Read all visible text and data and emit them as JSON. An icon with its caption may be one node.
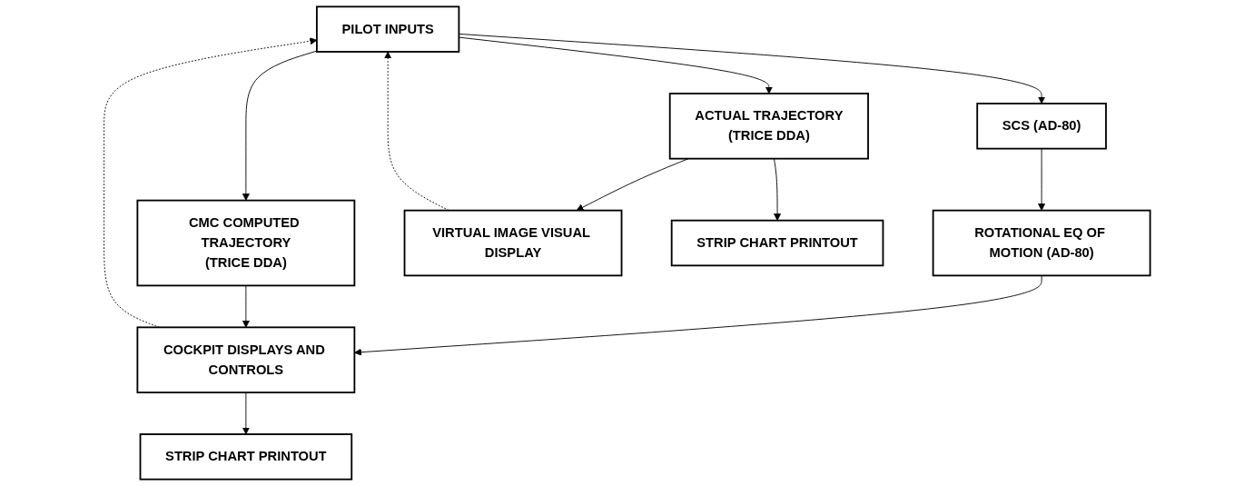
{
  "diagram": {
    "nodes": [
      {
        "text": [
          "PILOT INPUTS"
        ]
      },
      {
        "text": [
          "SCS (AD-80)"
        ]
      },
      {
        "text": [
          "ROTATIONAL EQ OF MOTION (AD-80)"
        ]
      },
      {
        "text": [
          "CMC COMPUTED TRAJECTORY",
          "(TRICE DDA)"
        ]
      },
      {
        "text": [
          "ACTUAL TRAJECTORY",
          "(TRICE DDA)"
        ]
      },
      {
        "text": [
          "COCKPIT DISPLAYS AND CONTROLS"
        ]
      },
      {
        "text": [
          "STRIP CHART PRINTOUT"
        ]
      },
      {
        "text": [
          "VIRTUAL IMAGE VISUAL DISPLAY"
        ]
      },
      {
        "text": [
          "STRIP CHART PRINTOUT"
        ]
      }
    ],
    "edges": [
      {
        "from": 0,
        "to": 1,
        "arrow": "to"
      },
      {
        "from": 0,
        "to": 3,
        "arrow": "to"
      },
      {
        "from": 0,
        "to": 4,
        "arrow": "to"
      },
      {
        "from": 1,
        "to": 2,
        "arrow": "to"
      },
      {
        "from": 2,
        "to": 5,
        "arrow": "to"
      },
      {
        "from": 3,
        "to": 5,
        "arrow": "to"
      },
      {
        "from": 5,
        "to": 6,
        "arrow": "to"
      },
      {
        "from": 4,
        "to": 7,
        "arrow": "to"
      },
      {
        "from": 4,
        "to": 8,
        "arrow": "to"
      },
      {
        "from": 5,
        "to": 0,
        "arrow": "to",
        "style": "dashed"
      },
      {
        "from": 7,
        "to": 0,
        "arrow": "to",
        "style": "dashed"
      }
    ]
  }
}
